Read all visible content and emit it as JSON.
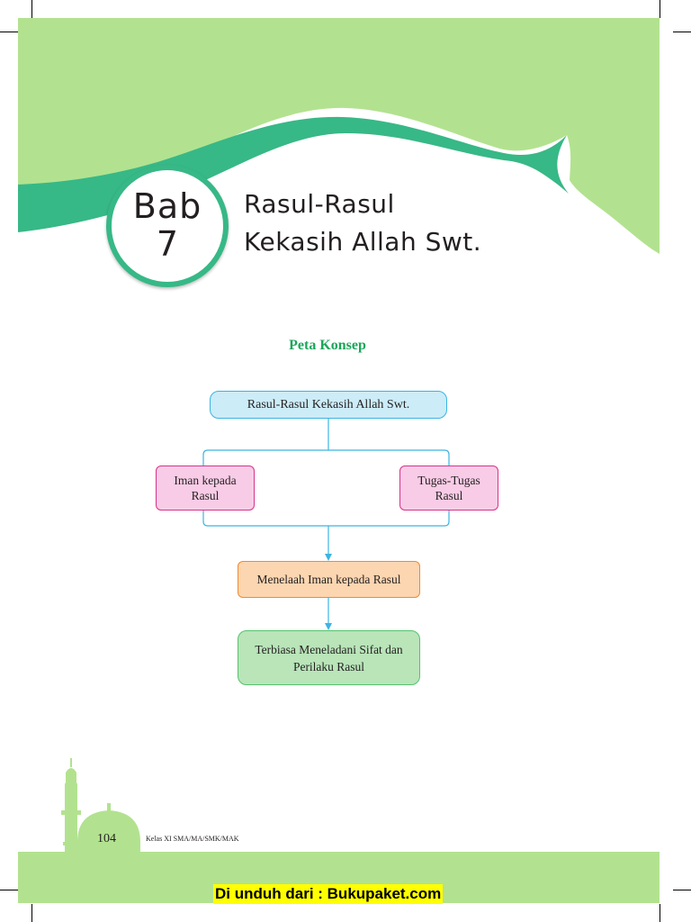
{
  "chapter": {
    "bab_label": "Bab",
    "bab_number": "7",
    "title_line1": "Rasul-Rasul",
    "title_line2": "Kekasih Allah Swt."
  },
  "concept_map": {
    "heading": "Peta Konsep",
    "root": "Rasul-Rasul Kekasih Allah Swt.",
    "branch_left": [
      "Iman kepada",
      "Rasul"
    ],
    "branch_right": [
      "Tugas-Tugas",
      "Rasul"
    ],
    "step1": "Menelaah Iman kepada Rasul",
    "step2": [
      "Terbiasa Meneladani Sifat dan",
      "Perilaku Rasul"
    ]
  },
  "footer": {
    "page_number": "104",
    "class_label": "Kelas XI SMA/MA/SMK/MAK",
    "download_note": "Di unduh dari : Bukupaket.com"
  },
  "colors": {
    "light_green": "#b2e28f",
    "teal": "#37b887",
    "heading_green": "#1aa65a"
  }
}
